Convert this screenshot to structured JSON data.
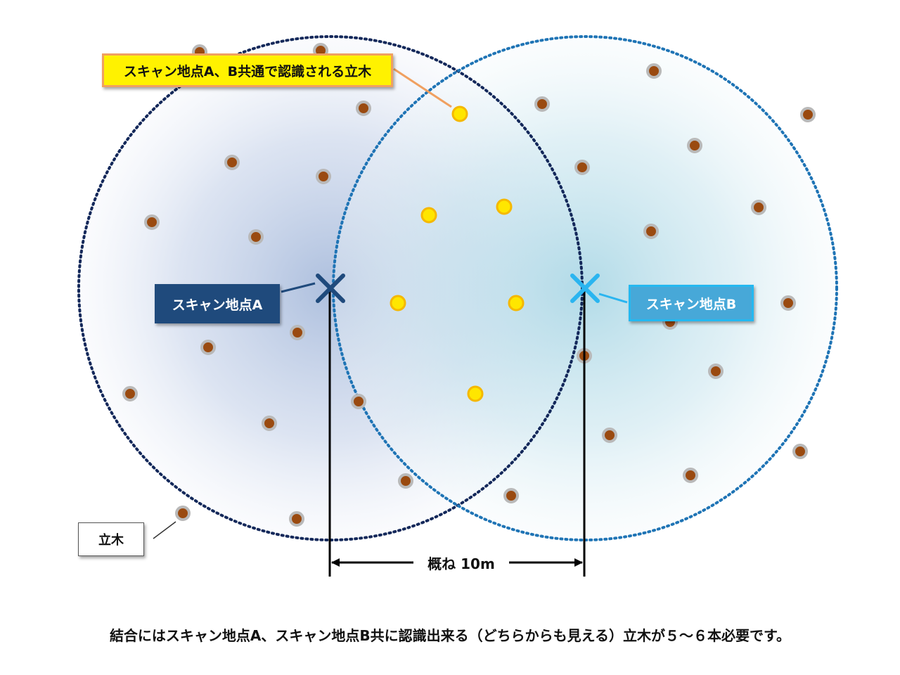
{
  "labels": {
    "common_trees": "スキャン地点A、B共通で認識される立木",
    "scan_point_a": "スキャン地点A",
    "scan_point_b": "スキャン地点B",
    "tree": "立木",
    "distance": "概ね 10m"
  },
  "caption": "結合にはスキャン地点A、スキャン地点B共に認識出来る（どちらからも見える）立木が５～６本必要です。",
  "colors": {
    "circle_a": "#13285a",
    "circle_b": "#1f74b5",
    "marker_a": "#1f4a7c",
    "marker_b": "#2ab5f0",
    "tree_fill": "#9a4a10",
    "tree_ring": "#b9b9b9",
    "common_tree_fill": "#ffe600",
    "common_tree_ring": "#f5b800"
  },
  "icons": {
    "scan_marker": "x-mark-icon",
    "tree": "tree-dot-icon",
    "common_tree": "common-tree-dot-icon"
  }
}
